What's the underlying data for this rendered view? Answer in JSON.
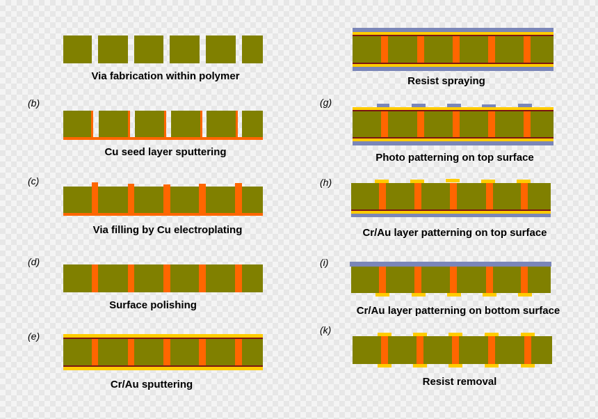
{
  "colors": {
    "polymer": "#808000",
    "copper": "#ff6600",
    "gold": "#ffcc00",
    "chromium": "#7a1414",
    "resist": "#7a86b8"
  },
  "steps": [
    {
      "label": "",
      "caption": "Via fabrication within polymer"
    },
    {
      "label": "(b)",
      "caption": "Cu seed layer sputtering"
    },
    {
      "label": "(c)",
      "caption": "Via filling by Cu electroplating"
    },
    {
      "label": "(d)",
      "caption": "Surface polishing"
    },
    {
      "label": "(e)",
      "caption": "Cr/Au sputtering"
    },
    {
      "label": "",
      "caption": "Resist spraying"
    },
    {
      "label": "(g)",
      "caption": "Photo patterning on top surface"
    },
    {
      "label": "(h)",
      "caption": "Cr/Au layer patterning on top surface"
    },
    {
      "label": "(i)",
      "caption": "Cr/Au layer patterning on bottom surface"
    },
    {
      "label": "(k)",
      "caption": "Resist removal"
    }
  ]
}
